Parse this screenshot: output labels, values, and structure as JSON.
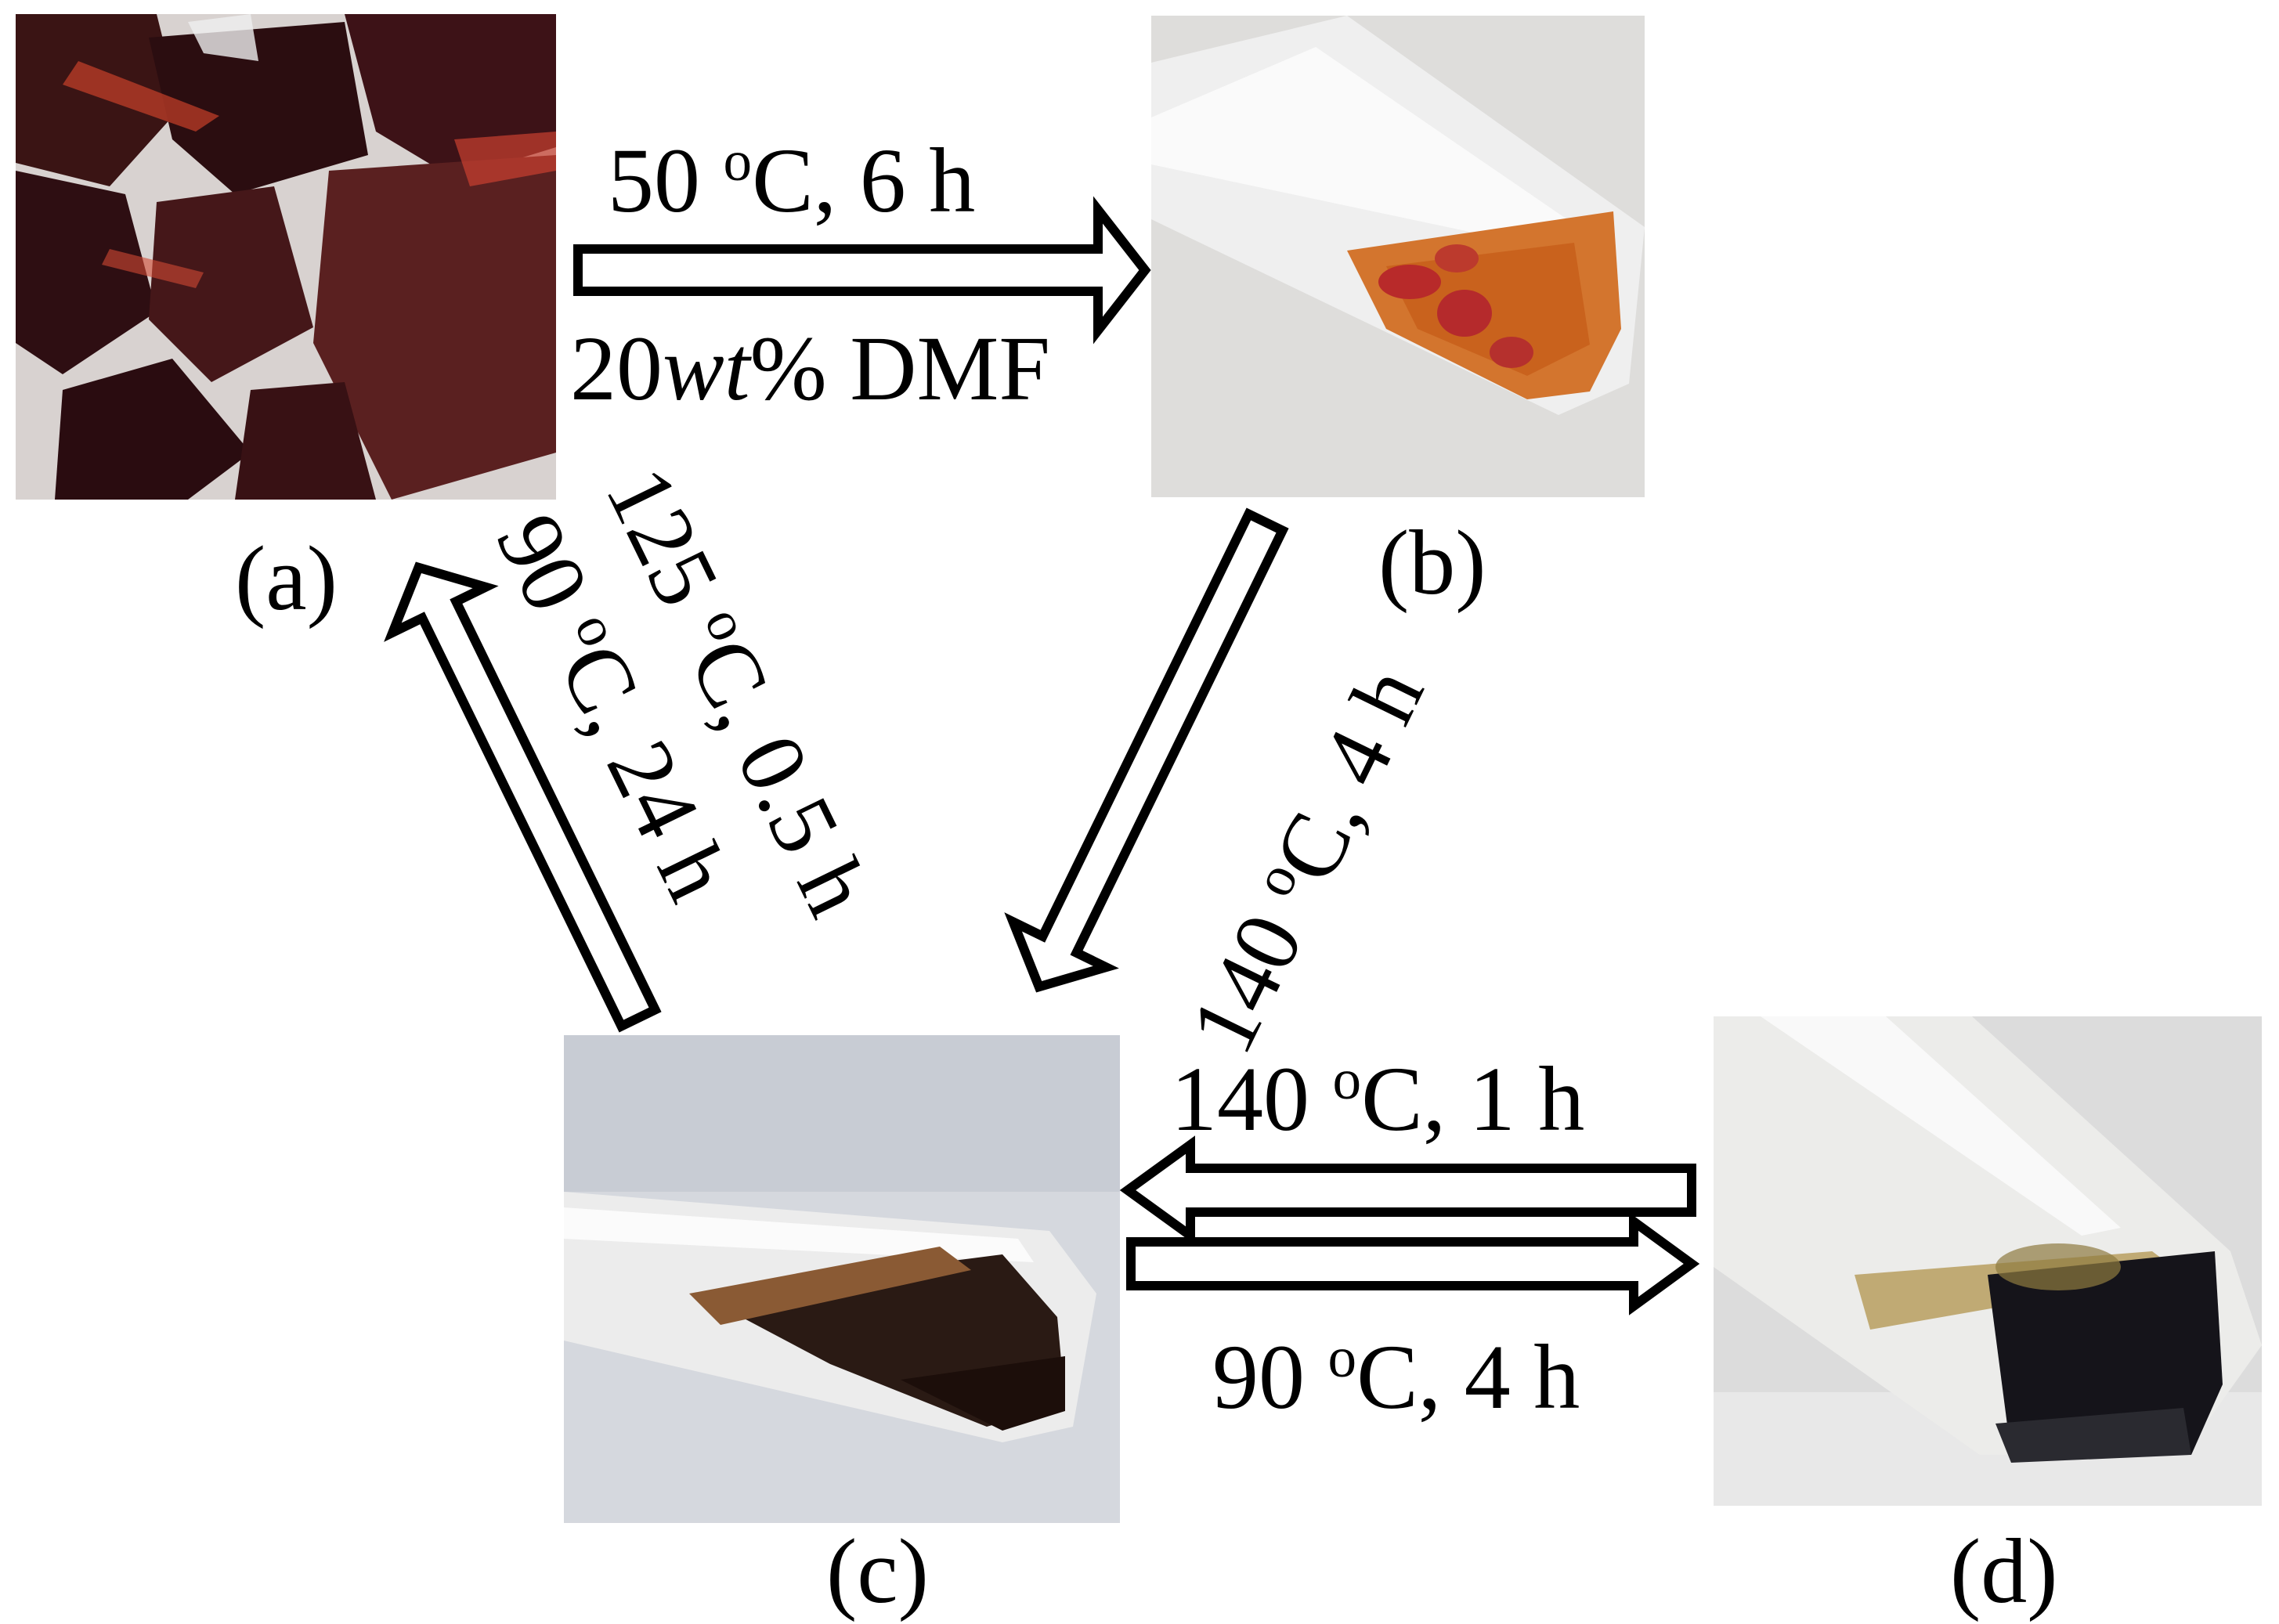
{
  "panels": {
    "a": {
      "label": "(a)"
    },
    "b": {
      "label": "(b)"
    },
    "c": {
      "label": "(c)"
    },
    "d": {
      "label": "(d)"
    }
  },
  "steps": {
    "a_to_b": {
      "line1_num": "50 ",
      "line1_sup": "o",
      "line1_rest": "C, 6 h",
      "line2_num": "20",
      "line2_it": "wt",
      "line2_rest": "% DMF"
    },
    "b_to_c": {
      "num": "140 ",
      "sup": "o",
      "rest": "C, 4 h"
    },
    "c_to_a_upper": {
      "num": "125 ",
      "sup": "o",
      "rest": "C, 0.5 h"
    },
    "c_to_a_lower": {
      "num": "90 ",
      "sup": "o",
      "rest": "C, 24 h"
    },
    "d_to_c": {
      "num": "140 ",
      "sup": "o",
      "rest": "C, 1 h"
    },
    "c_to_d": {
      "num": "90 ",
      "sup": "o",
      "rest": "C, 4 h"
    }
  },
  "colors": {
    "arrow_stroke": "#000000",
    "arrow_fill": "#ffffff"
  }
}
